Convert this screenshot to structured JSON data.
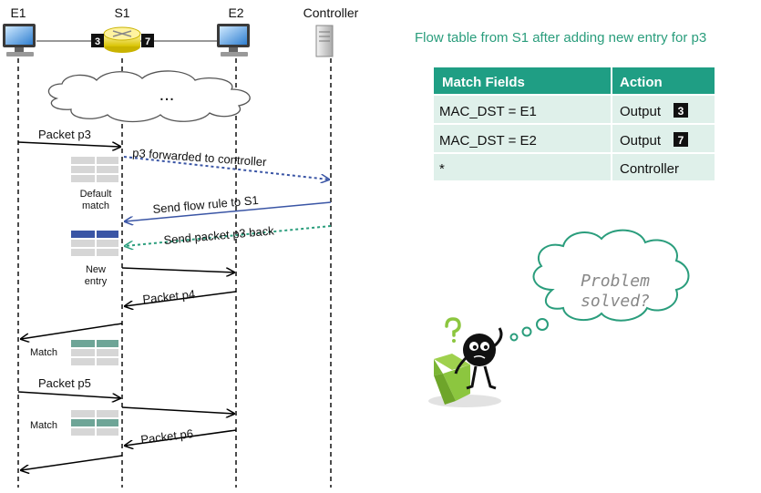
{
  "entities": {
    "e1": "E1",
    "s1": "S1",
    "e2": "E2",
    "controller": "Controller"
  },
  "ports": {
    "left": "3",
    "right": "7"
  },
  "cloud_text": "...",
  "messages": {
    "packet_p3": "Packet p3",
    "p3_forwarded": "p3 forwarded to controller",
    "send_flow_rule": "Send flow rule to S1",
    "send_packet_back": "Send packet p3 back",
    "packet_p4": "Packet p4",
    "packet_p5": "Packet p5",
    "packet_p6": "Packet p6"
  },
  "table_labels": {
    "default_match_1": "Default",
    "default_match_2": "match",
    "new_entry_1": "New",
    "new_entry_2": "entry",
    "match_a": "Match",
    "match_b": "Match"
  },
  "flow_table": {
    "title": "Flow table from S1 after adding new entry for p3",
    "header_match": "Match Fields",
    "header_action": "Action",
    "rows": [
      {
        "match": "MAC_DST = E1",
        "action": "Output",
        "port": "3"
      },
      {
        "match": "MAC_DST = E2",
        "action": "Output",
        "port": "7"
      },
      {
        "match": "*",
        "action": "Controller"
      }
    ]
  },
  "thought": {
    "line1": "Problem",
    "line2": "solved?"
  },
  "colors": {
    "table_header": "#1f9e84",
    "table_row": "#dff0ea",
    "arrow_controller": "#3a55a5",
    "arrow_back": "#2a9d7c",
    "entry_blue": "#3a55a5",
    "entry_teal": "#6ea597",
    "robot_box": "#8cc63f"
  }
}
